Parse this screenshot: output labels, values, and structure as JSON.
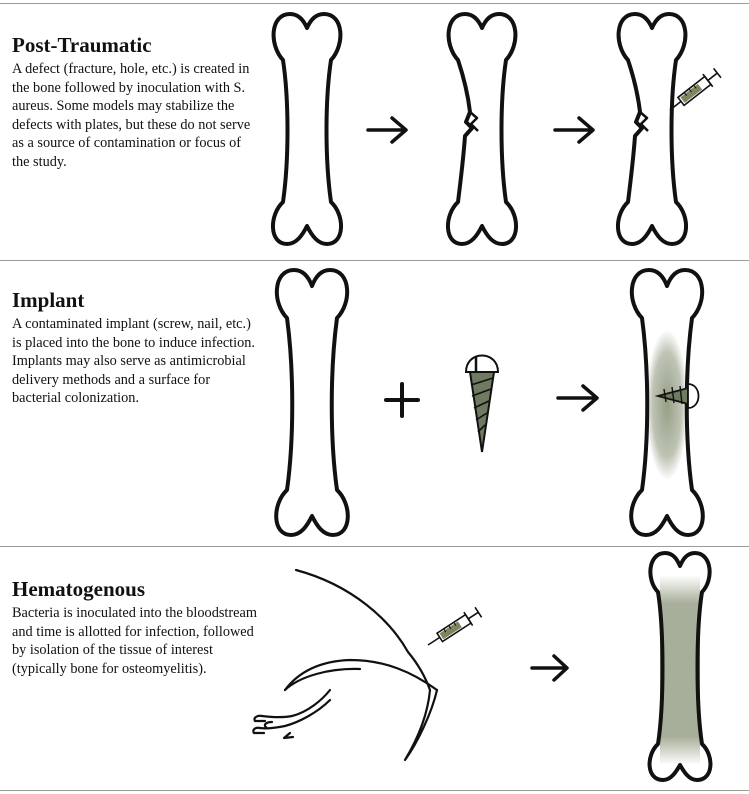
{
  "panels": [
    {
      "title": "Post-Traumatic",
      "description": "A defect (fracture, hole, etc.) is created in the bone followed by inoculation with S. aureus. Some models may stabilize the defects with plates, but these do not serve as a source of contamination or focus of the study."
    },
    {
      "title": "Implant",
      "description": "A contaminated implant (screw, nail, etc.) is placed into the bone to induce infection. Implants may also serve as antimicrobial delivery methods and a surface for bacterial colonization."
    },
    {
      "title": "Hematogenous",
      "description": "Bacteria is inoculated into the bloodstream and time is allotted for infection, followed by isolation of the tissue of interest (typically bone for osteomyelitis)."
    }
  ],
  "colors": {
    "outline": "#111111",
    "infection": "#8a9478",
    "syringe_fluid": "#7d8660",
    "rule": "#9a9a9a"
  },
  "icons": [
    "bone-icon",
    "fractured-bone-icon",
    "syringe-icon",
    "screw-icon",
    "plus-icon",
    "arrow-icon",
    "rat-icon",
    "infected-bone-icon"
  ]
}
